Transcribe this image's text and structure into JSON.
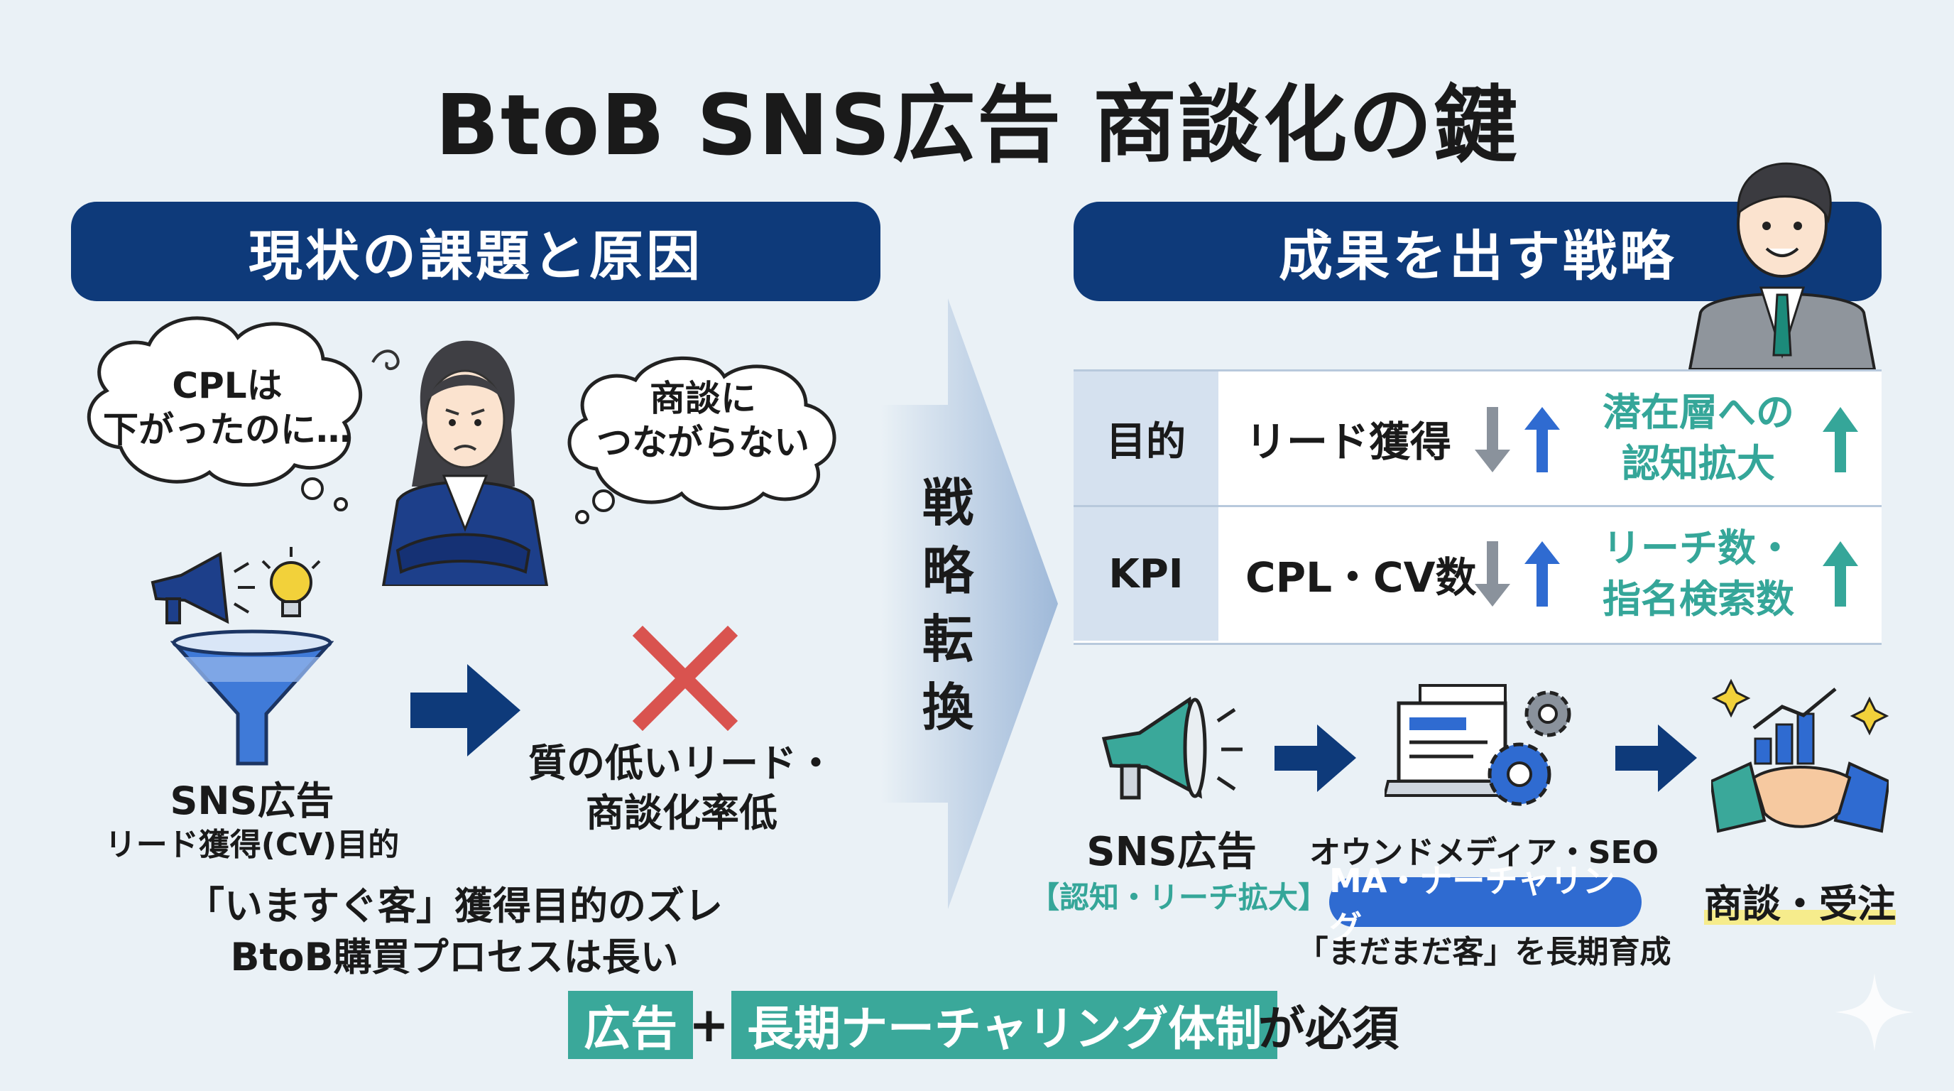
{
  "title": "BtoB SNS広告 商談化の鍵",
  "left_header": "現状の課題と原因",
  "right_header": "成果を出す戦略",
  "bubble_left": [
    "CPLは",
    "下がったのに…"
  ],
  "bubble_right": [
    "商談に",
    "つながらない"
  ],
  "funnel_label": {
    "line1": "SNS広告",
    "line2": "リード獲得(CV)目的"
  },
  "bad_result": [
    "質の低いリード・",
    "商談化率低"
  ],
  "cause_lines": [
    "「いますぐ客」獲得目的のズレ",
    "BtoB購買プロセスは長い"
  ],
  "pivot_label": [
    "戦",
    "略",
    "転",
    "換"
  ],
  "table": {
    "rows": [
      {
        "head": "目的",
        "current": "リード獲得",
        "target": [
          "潜在層への",
          "認知拡大"
        ]
      },
      {
        "head": "KPI",
        "current": "CPL・CV数",
        "target": [
          "リーチ数・",
          "指名検索数"
        ]
      }
    ]
  },
  "flow": {
    "sns_title": "SNS広告",
    "sns_sub": "【認知・リーチ拡大】",
    "media_title": "オウンドメディア・SEO",
    "ma_badge": "MA・ナーチャリング",
    "media_sub": "「まだまだ客」を長期育成",
    "deal": "商談・受注"
  },
  "bottom": {
    "box1": "広告",
    "plus": "+",
    "box2": "長期ナーチャリング体制",
    "tail": "が必須"
  },
  "colors": {
    "navy": "#0e3a7a",
    "teal": "#3aa89a",
    "blue_arrow": "#2f6bd1",
    "gray_arrow": "#8a929c",
    "red_x": "#d9534f"
  }
}
